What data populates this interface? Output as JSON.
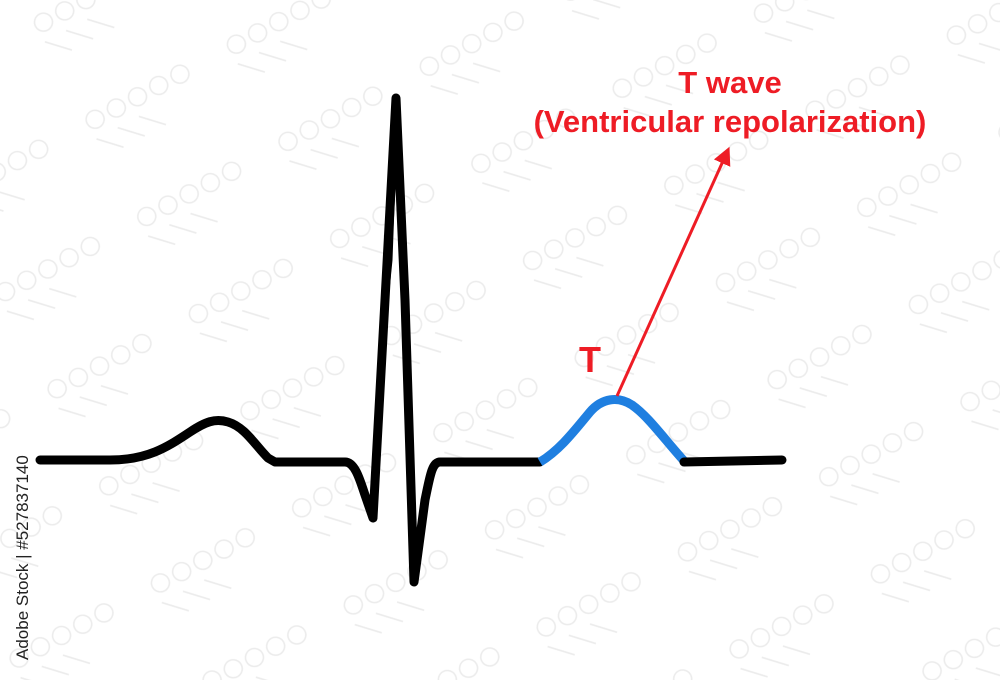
{
  "diagram": {
    "wave_label": "T",
    "annotation_line1": "T wave",
    "annotation_line2": "(Ventricular repolarization)"
  },
  "stock": {
    "side_id": "Adobe Stock | #527837140"
  },
  "colors": {
    "background": "#ffffff",
    "trace": "#000000",
    "highlight": "#1f7fe0",
    "annotation": "#ee1c25",
    "watermark": "#d9d9d9"
  }
}
